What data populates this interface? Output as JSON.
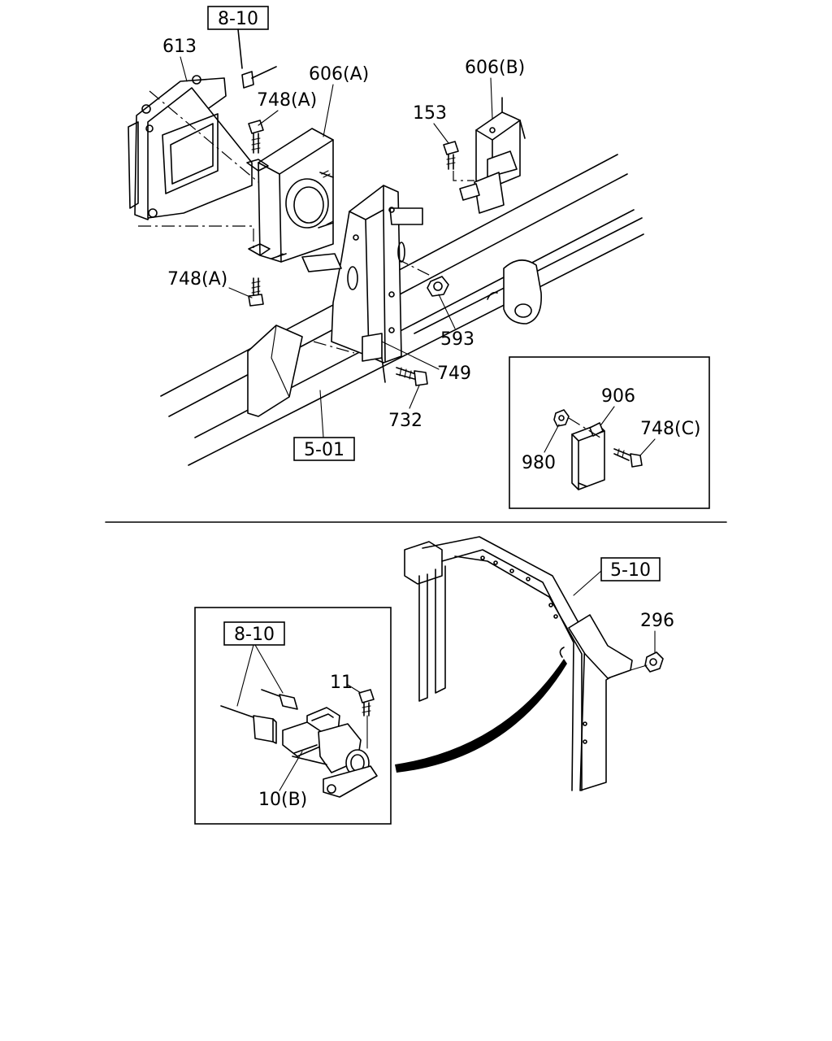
{
  "refs": {
    "r810_top": "8-10",
    "r501": "5-01",
    "r510": "5-10",
    "r810_inset": "8-10"
  },
  "labels": {
    "l613": "613",
    "l606a": "606(A)",
    "l606b": "606(B)",
    "l748a_top": "748(A)",
    "l748a_bot": "748(A)",
    "l153": "153",
    "l593": "593",
    "l749": "749",
    "l732": "732",
    "l906": "906",
    "l748c": "748(C)",
    "l980": "980",
    "l296": "296",
    "l11": "11",
    "l10b": "10(B)"
  }
}
